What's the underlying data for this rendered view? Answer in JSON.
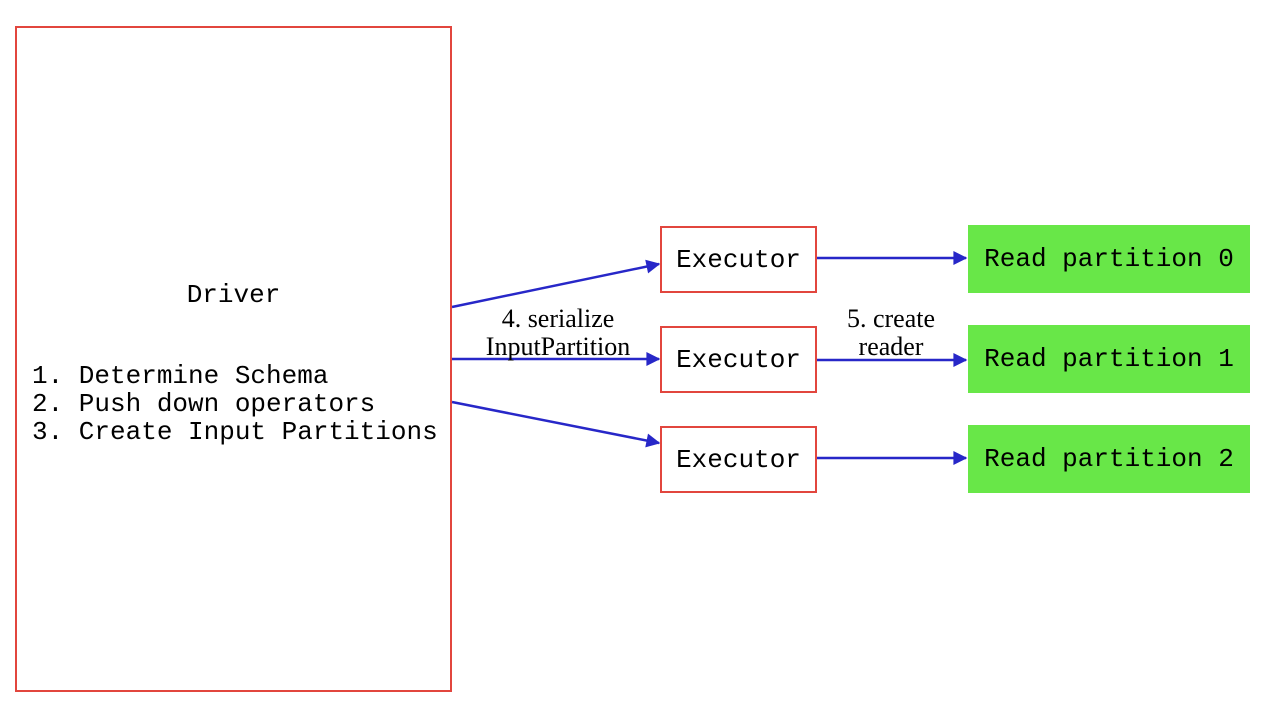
{
  "driver": {
    "title": "Driver",
    "steps": [
      "1. Determine Schema",
      "2. Push down operators",
      "3. Create Input Partitions"
    ]
  },
  "executors": [
    {
      "label": "Executor"
    },
    {
      "label": "Executor"
    },
    {
      "label": "Executor"
    }
  ],
  "read_partitions": [
    {
      "label": "Read partition 0"
    },
    {
      "label": "Read partition 1"
    },
    {
      "label": "Read partition 2"
    }
  ],
  "edge_labels": {
    "serialize_step": {
      "line1": "4. serialize",
      "line2": "InputPartition"
    },
    "create_reader_step": {
      "line1": "5. create",
      "line2": "reader"
    }
  },
  "colors": {
    "box_border": "#e2463e",
    "arrow": "#2727c8",
    "partition_fill": "#68e748",
    "background": "#ffffff",
    "text": "#000000"
  }
}
